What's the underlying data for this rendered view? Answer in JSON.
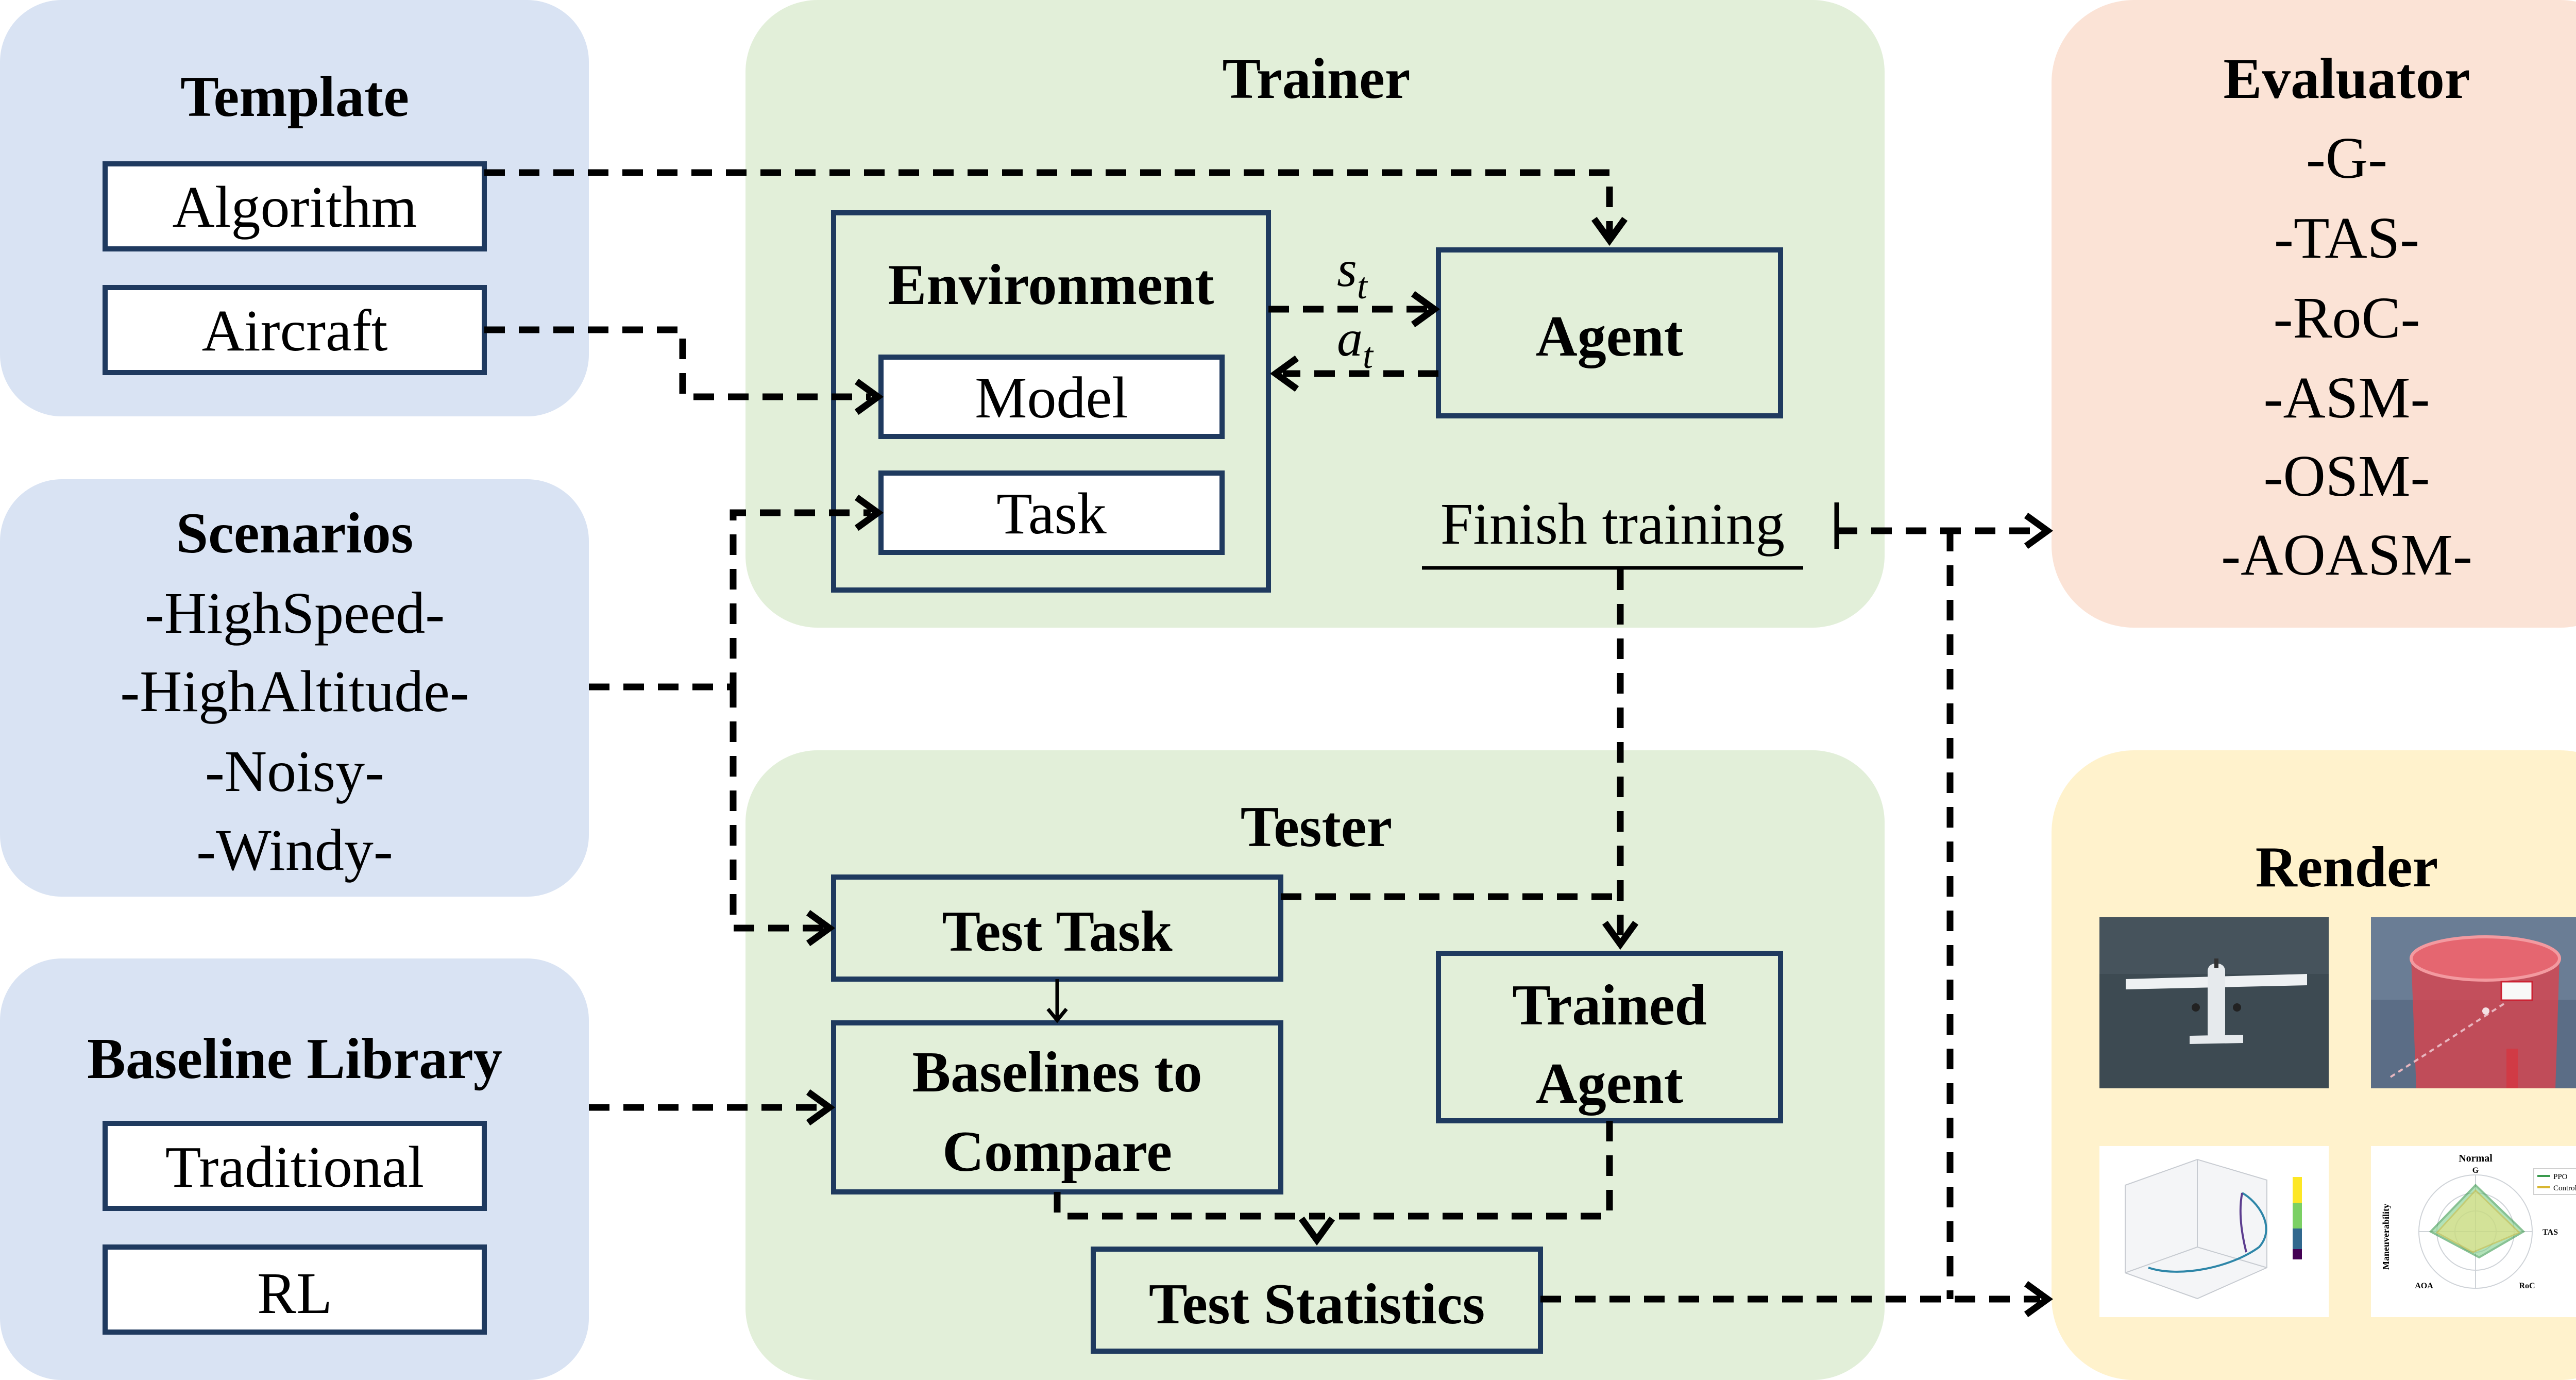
{
  "colors": {
    "blue_panel": "#d9e3f3",
    "green_panel": "#e2efd9",
    "orange_panel": "#fbe3d6",
    "yellow_panel": "#fff2cc",
    "box_stroke": "#1f3a5f"
  },
  "template": {
    "title": "Template",
    "algorithm": "Algorithm",
    "aircraft": "Aircraft"
  },
  "scenarios": {
    "title": "Scenarios",
    "items": [
      "-HighSpeed-",
      "-HighAltitude-",
      "-Noisy-",
      "-Windy-"
    ]
  },
  "baseline_library": {
    "title": "Baseline Library",
    "traditional": "Traditional",
    "rl": "RL"
  },
  "trainer": {
    "title": "Trainer",
    "environment": "Environment",
    "model": "Model",
    "task": "Task",
    "agent": "Agent",
    "state_symbol": "s",
    "state_sub": "t",
    "action_symbol": "a",
    "action_sub": "t",
    "finish": "Finish training"
  },
  "tester": {
    "title": "Tester",
    "test_task": "Test Task",
    "baselines_line1": "Baselines to",
    "baselines_line2": "Compare",
    "trained_line1": "Trained",
    "trained_line2": "Agent",
    "statistics": "Test Statistics"
  },
  "evaluator": {
    "title": "Evaluator",
    "items": [
      "-G-",
      "-TAS-",
      "-RoC-",
      "-ASM-",
      "-OSM-",
      "-AOASM-"
    ]
  },
  "render": {
    "title": "Render",
    "radar_title": "Normal",
    "radar_axis_label": "Maneuverability",
    "radar_labels": [
      "G",
      "TAS",
      "RoC",
      "AOA"
    ],
    "radar_legend": [
      "PPO",
      "Control"
    ]
  }
}
